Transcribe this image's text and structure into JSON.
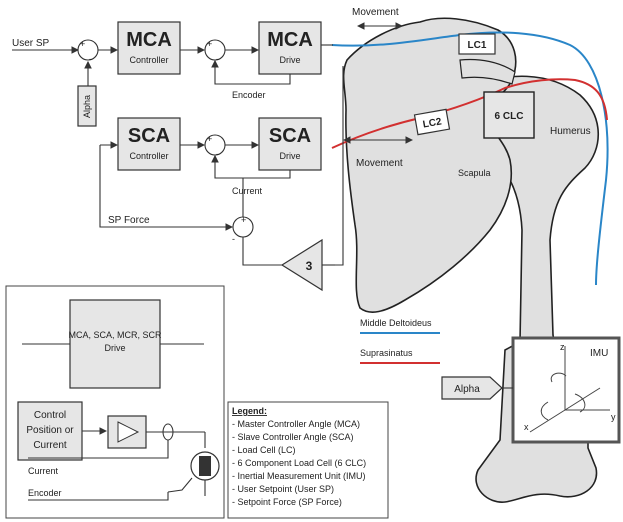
{
  "user_sp": "User SP",
  "alpha": "Alpha",
  "mca_controller": {
    "title": "MCA",
    "sub": "Controller"
  },
  "mca_drive": {
    "title": "MCA",
    "sub": "Drive"
  },
  "sca_controller": {
    "title": "SCA",
    "sub": "Controller"
  },
  "sca_drive": {
    "title": "SCA",
    "sub": "Drive"
  },
  "encoder": "Encoder",
  "current": "Current",
  "sp_force": "SP Force",
  "gain": "3",
  "sign_plus": "+",
  "sign_minus": "-",
  "movement_top": "Movement",
  "movement_mid": "Movement",
  "lc1": "LC1",
  "lc2": "LC2",
  "clc": "6 CLC",
  "humerus": "Humerus",
  "scapula": "Scapula",
  "middle_deltoideus": "Middle Deltoideus",
  "suprasinatus": "Suprasinatus",
  "imu": "IMU",
  "imu_axes": {
    "x": "x",
    "y": "y",
    "z": "z"
  },
  "alpha_out": "Alpha",
  "drive_detail": {
    "line1": "MCA, SCA, MCR, SCR",
    "line2": "Drive"
  },
  "control_box": {
    "line1": "Control",
    "line2": "Position or",
    "line3": "Current"
  },
  "detail_current": "Current",
  "detail_encoder": "Encoder",
  "legend": {
    "title": "Legend:",
    "items": [
      "- Master Controller Angle (MCA)",
      "- Slave Controller Angle (SCA)",
      "- Load Cell (LC)",
      "- 6 Component Load Cell (6 CLC)",
      "- Inertial Measurement Unit (IMU)",
      "- User Setpoint (User SP)",
      "- Setpoint Force (SP Force)"
    ]
  },
  "colors": {
    "deltoid": "#2a86c8",
    "suprasinatus": "#d23030",
    "bone": "#e0e0e0",
    "block": "#e6e6e6"
  }
}
